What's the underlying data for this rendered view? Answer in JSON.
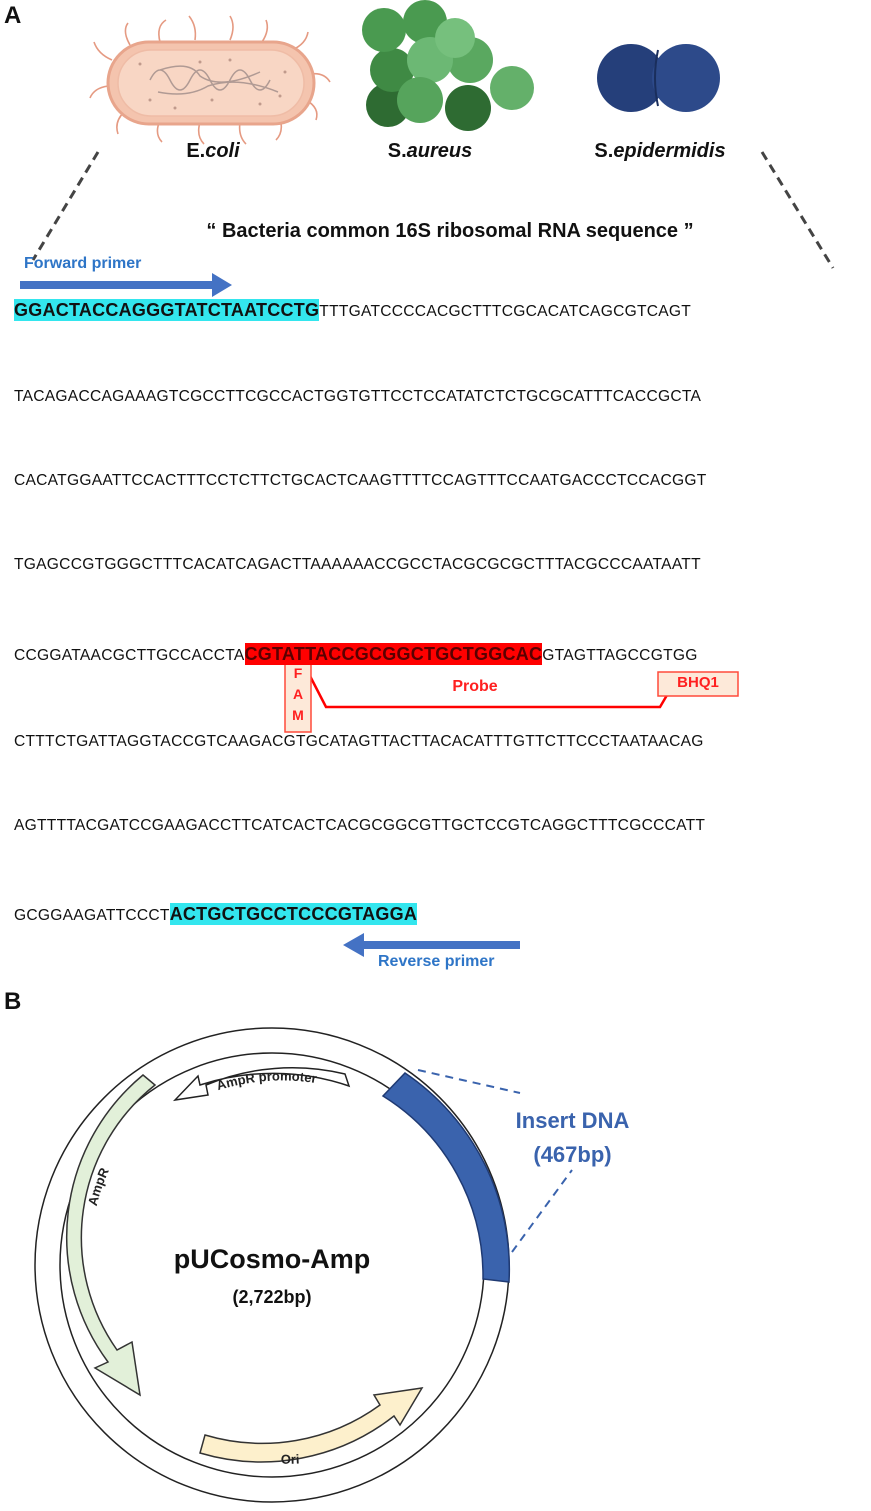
{
  "panel_a": {
    "label": "A",
    "bacteria": [
      {
        "name_plain": "E.",
        "name_italic": "coli"
      },
      {
        "name_plain": "S.",
        "name_italic": "aureus"
      },
      {
        "name_plain": "S.",
        "name_italic": "epidermidis"
      }
    ],
    "title": "“ Bacteria common 16S ribosomal RNA sequence ”",
    "forward_primer_label": "Forward primer",
    "reverse_primer_label": "Reverse primer",
    "probe_label": "Probe",
    "fam_label": [
      "F",
      "A",
      "M"
    ],
    "bhq_label": "BHQ1",
    "lines": [
      {
        "pre": "",
        "hl": "GGACTACCAGGGTATCTAATCCTG",
        "hl_type": "cyan",
        "post": "TTTGATCCCCACGCTTTCGCACATCAGCGTCAGT"
      },
      {
        "pre": "TACAGACCAGAAAGTCGCCTTCGCCACTGGTGTTCCTCCATATCTCTGCGCATTTCACCGCTA",
        "hl": "",
        "hl_type": "",
        "post": ""
      },
      {
        "pre": "CACATGGAATTCCACTTTCCTCTTCTGCACTCAAGTTTTCCAGTTTCCAATGACCCTCCACGGT",
        "hl": "",
        "hl_type": "",
        "post": ""
      },
      {
        "pre": "TGAGCCGTGGGCTTTCACATCAGACTTAAAAAACCGCCTACGCGCGCTTTACGCCCAATAATT",
        "hl": "",
        "hl_type": "",
        "post": ""
      },
      {
        "pre": "CCGGATAACGCTTGCCACCTA",
        "hl": "CGTATTACCGCGGCTGCTGGCAC",
        "hl_type": "red",
        "post": "GTAGTTAGCCGTGG"
      },
      {
        "pre": "CTTTCTGATTAGGTACCGTCAAGACGTGCATAGTTACTTACACATTTGTTCTTCCCTAATAACAG",
        "hl": "",
        "hl_type": "",
        "post": ""
      },
      {
        "pre": "AGTTTTACGATCCGAAGACCTTCATCACTCACGCGGCGTTGCTCCGTCAGGCTTTCGCCCATT",
        "hl": "",
        "hl_type": "",
        "post": ""
      },
      {
        "pre": "GCGGAAGATTCCCT",
        "hl": "ACTGCTGCCTCCCGTAGGA",
        "hl_type": "cyan",
        "post": ""
      }
    ]
  },
  "panel_b": {
    "label": "B",
    "plasmid_name": "pUCosmo-Amp",
    "plasmid_size": "(2,722bp)",
    "insert_label": "Insert DNA",
    "insert_size": "(467bp)",
    "features": {
      "promoter": "AmpR promoter",
      "ampr": "AmpR",
      "ori": "Ori"
    }
  },
  "colors": {
    "cyan_highlight": "#33e6ee",
    "probe_red": "#ff0000",
    "primer_arrow_blue": "#4472c4",
    "primer_text_blue": "#2e75c7",
    "insert_blue": "#3a63ad",
    "ampr_green": "#e2f0d9",
    "ori_yellow": "#fdf0cc"
  }
}
